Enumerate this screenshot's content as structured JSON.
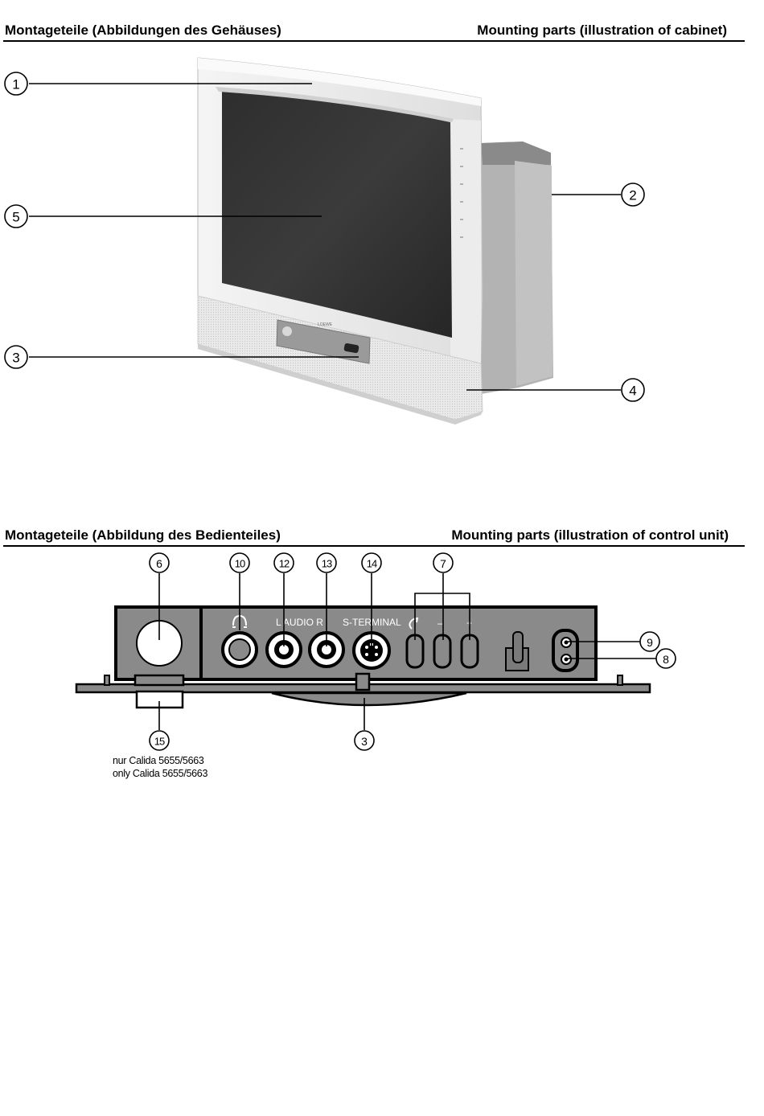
{
  "header_top": {
    "left": "Montageteile (Abbildungen des Gehäuses)",
    "right": "Mounting parts (illustration of cabinet)"
  },
  "header_bottom": {
    "left": "Montageteile  (Abbildung des Bedienteiles)",
    "right": "Mounting parts (illustration of control unit)"
  },
  "cabinet_callouts": [
    "1",
    "2",
    "3",
    "4",
    "5"
  ],
  "control_callouts": [
    "6",
    "10",
    "12",
    "13",
    "14",
    "7",
    "9",
    "8",
    "15",
    "3"
  ],
  "panel_labels": {
    "audio": "L  AUDIO  R",
    "s_terminal": "S-TERMINAL",
    "minus": "–",
    "plus": "+"
  },
  "tv_brand": "LOEWE",
  "footnote": {
    "line1": "nur Calida 5655/5663",
    "line2": "only Calida 5655/5663"
  }
}
